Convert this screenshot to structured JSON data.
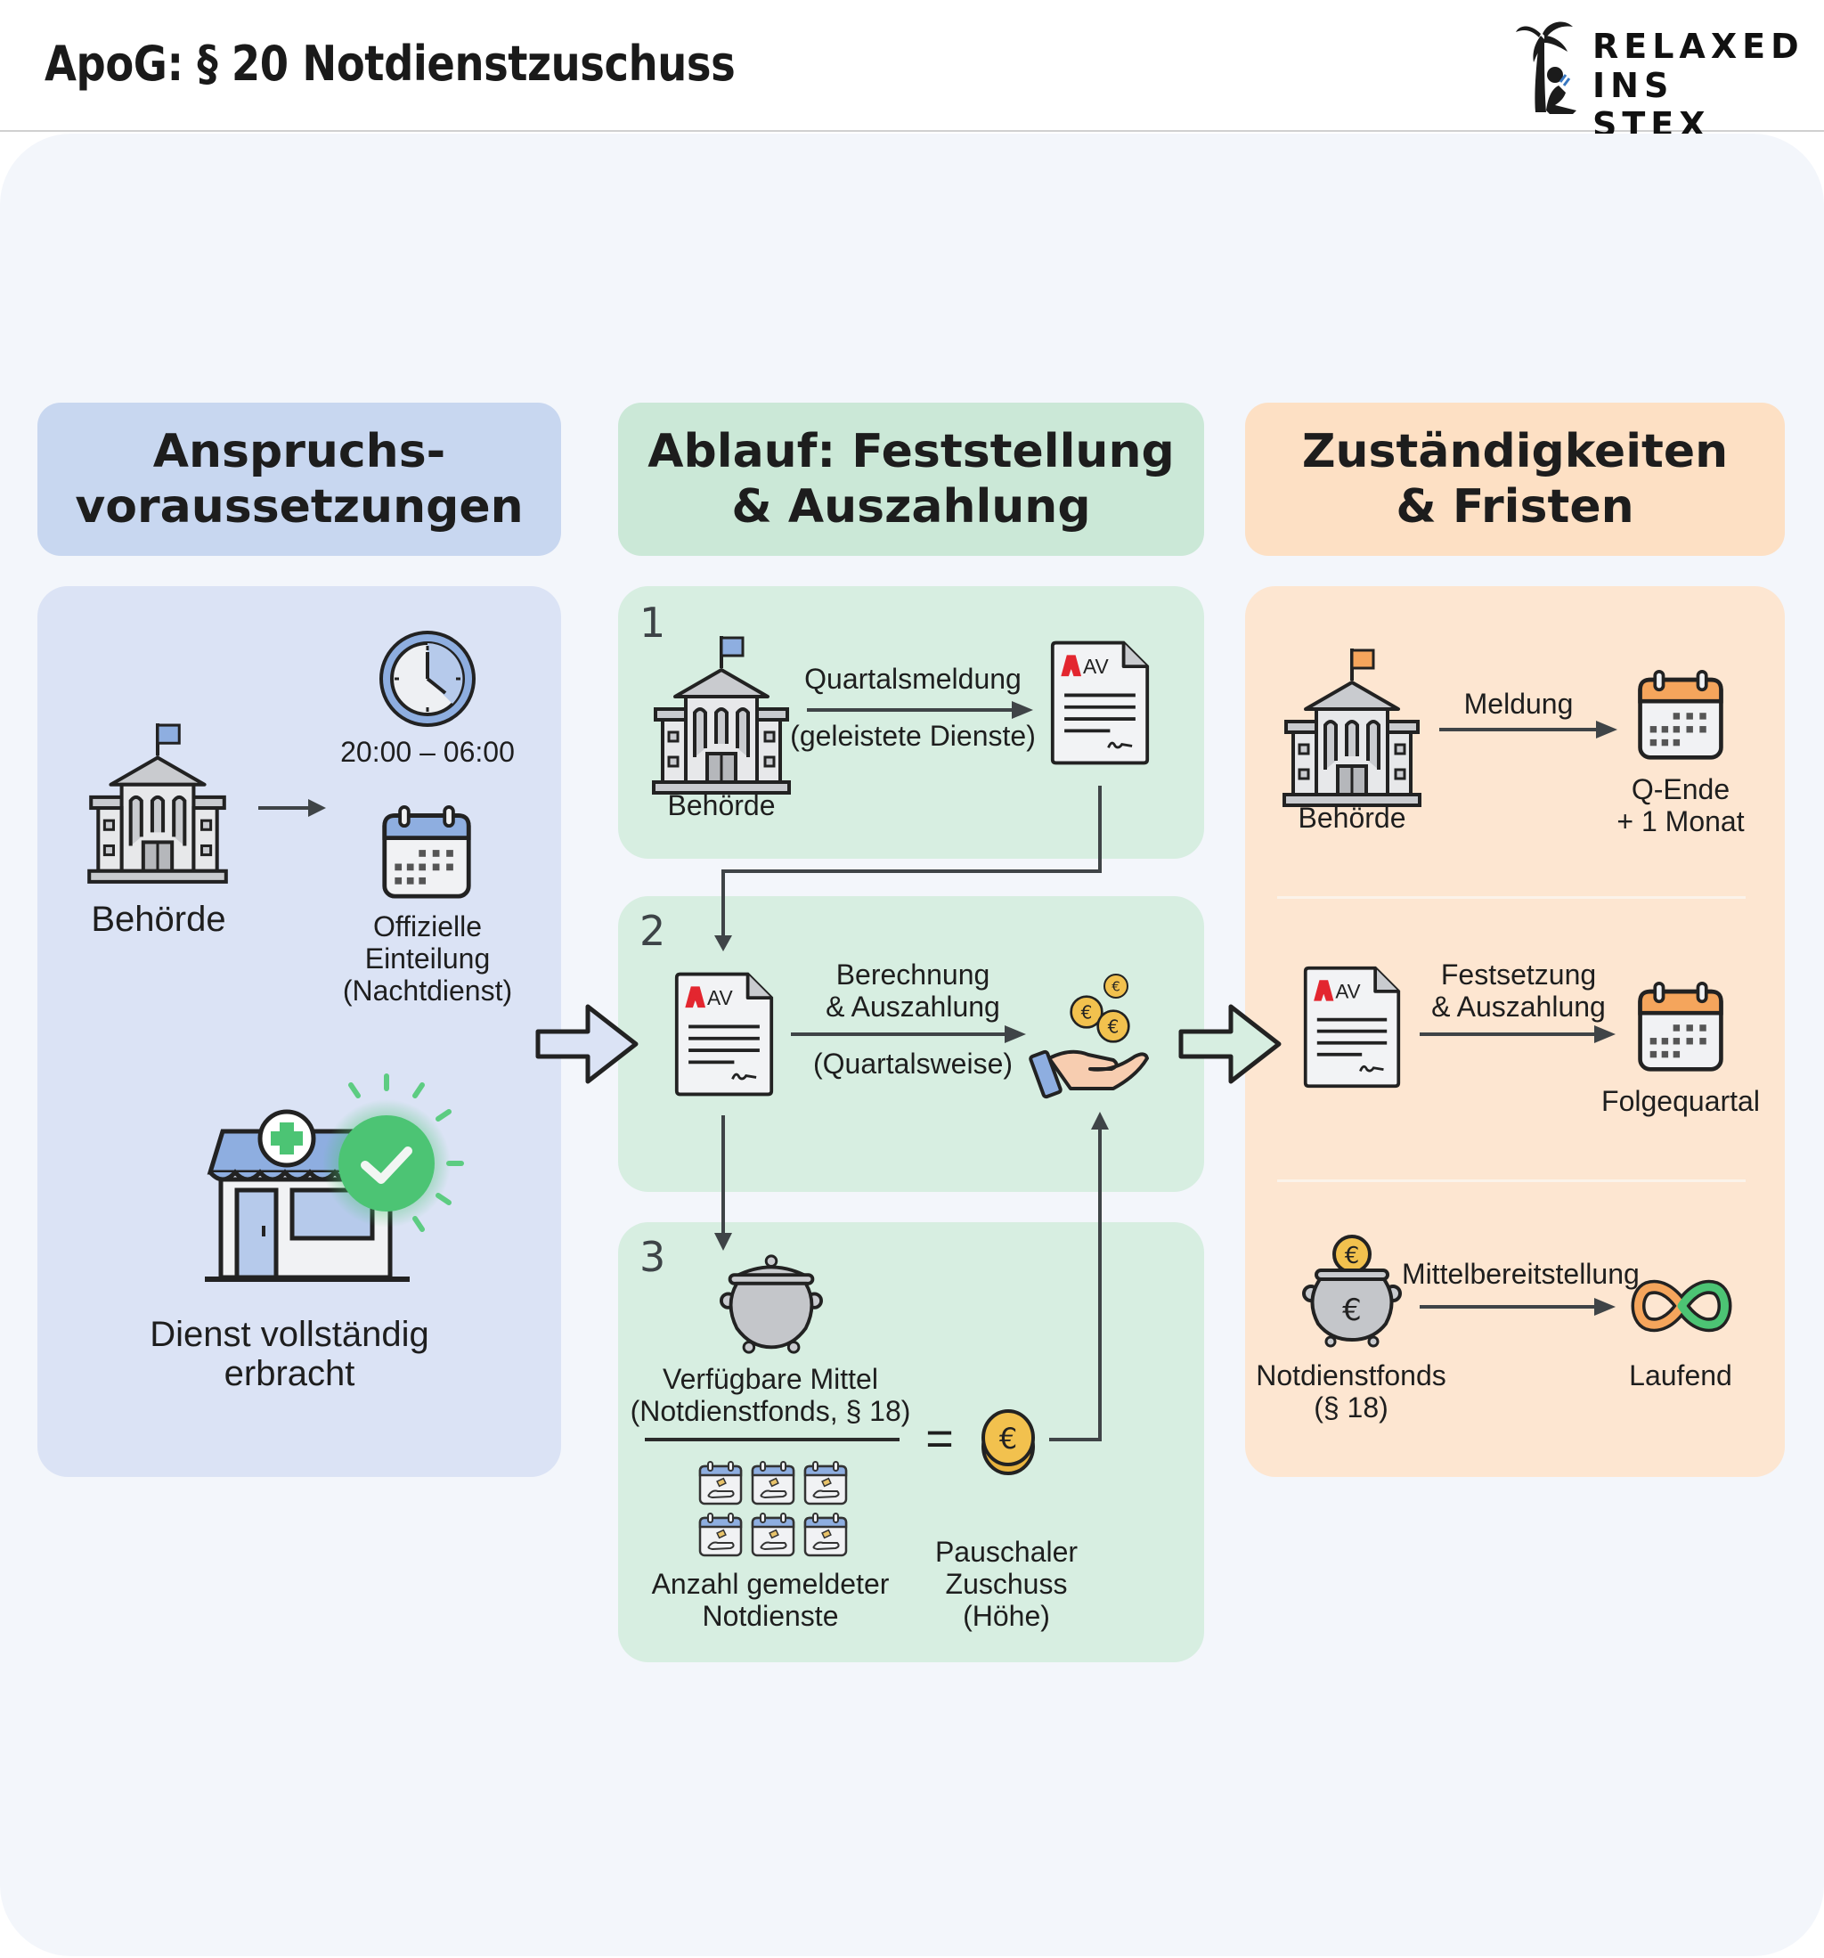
{
  "header": {
    "title": "ApoG: § 20 Notdienstzuschuss",
    "logo": {
      "line1": "RELAXED",
      "line2": "INS STEX",
      "icon": "palm-tree-reader-icon"
    }
  },
  "columns": {
    "requirements": {
      "title_line1": "Anspruchs-",
      "title_line2": "voraussetzungen",
      "color": "#c8d7f0"
    },
    "process": {
      "title_line1": "Ablauf: Feststellung",
      "title_line2": "& Auszahlung",
      "color": "#cbe8d7"
    },
    "responsibilities": {
      "title_line1": "Zuständigkeiten",
      "title_line2": "& Fristen",
      "color": "#fde0c4"
    }
  },
  "requirements": {
    "authority_label": "Behörde",
    "time_range": "20:00 – 06:00",
    "schedule_label_line1": "Offizielle",
    "schedule_label_line2": "Einteilung",
    "schedule_label_line3": "(Nachtdienst)",
    "service_label_line1": "Dienst vollständig",
    "service_label_line2": "erbracht"
  },
  "process": {
    "step1": {
      "number": "1",
      "source_label": "Behörde",
      "arrow_label": "Quartalsmeldung",
      "arrow_sublabel": "(geleistete Dienste)",
      "document_tag": "AV"
    },
    "step2": {
      "number": "2",
      "document_tag": "AV",
      "arrow_label_line1": "Berechnung",
      "arrow_label_line2": "& Auszahlung",
      "arrow_sublabel": "(Quartalsweise)"
    },
    "step3": {
      "number": "3",
      "numerator_line1": "Verfügbare Mittel",
      "numerator_line2": "(Notdienstfonds, § 18)",
      "equals": "=",
      "denominator_line1": "Anzahl gemeldeter",
      "denominator_line2": "Notdienste",
      "result_line1": "Pauschaler",
      "result_line2": "Zuschuss",
      "result_line3": "(Höhe)",
      "currency": "€"
    }
  },
  "responsibilities": {
    "row1": {
      "source_label": "Behörde",
      "arrow_label": "Meldung",
      "deadline_line1": "Q-Ende",
      "deadline_line2": "+ 1 Monat"
    },
    "row2": {
      "document_tag": "AV",
      "arrow_label_line1": "Festsetzung",
      "arrow_label_line2": "& Auszahlung",
      "deadline": "Folgequartal"
    },
    "row3": {
      "source_line1": "Notdienstfonds",
      "source_line2": "(§ 18)",
      "arrow_label": "Mittelbereitstellung",
      "deadline": "Laufend",
      "currency": "€"
    }
  },
  "colors": {
    "blue_accent": "#7f9fd6",
    "green_accent": "#4cc474",
    "orange_accent": "#f5a55c",
    "coin_gold": "#f2c14e",
    "apotheke_red": "#e3262f",
    "arrow": "#3f4447"
  }
}
